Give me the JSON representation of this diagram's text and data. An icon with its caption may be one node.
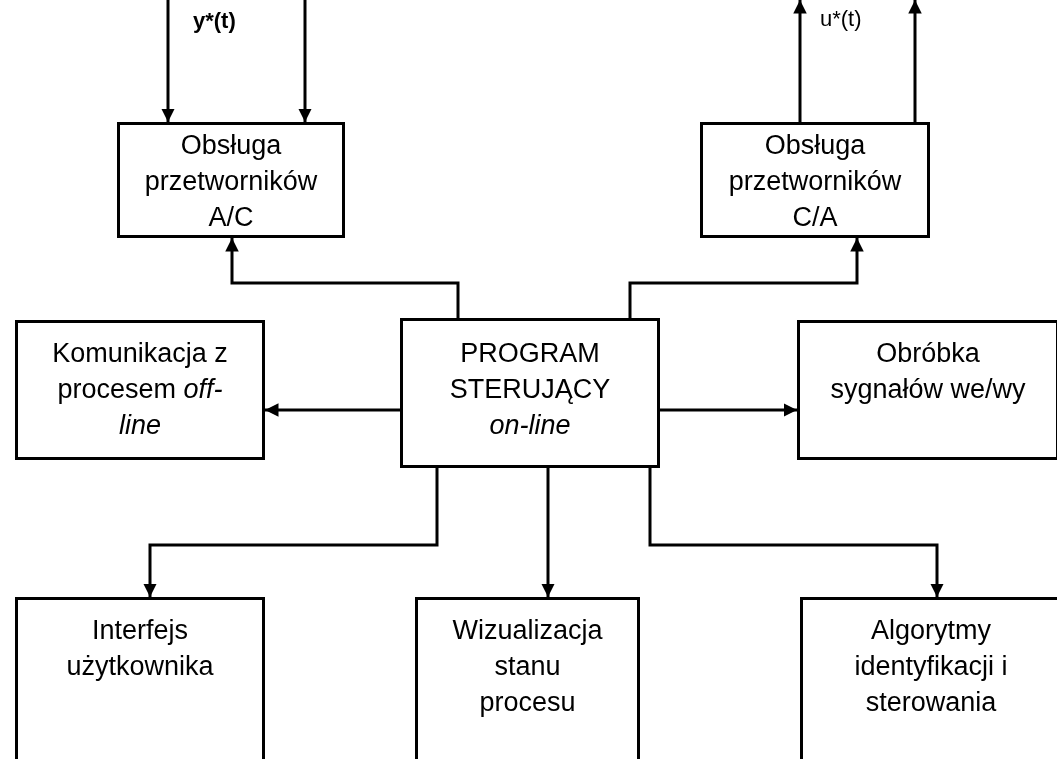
{
  "diagram": {
    "nodes": [
      {
        "text": [
          "PROGRAM STERUJĄCY *on-line*"
        ]
      },
      {
        "text": [
          "Obsługa przetworników A/C"
        ]
      },
      {
        "text": [
          "Obsługa przetworników C/A"
        ]
      },
      {
        "text": [
          "Komunikacja z procesem *off-line*"
        ]
      },
      {
        "text": [
          "Obróbka sygnałów we/wy"
        ]
      },
      {
        "text": [
          "Interfejs użytkownika"
        ]
      },
      {
        "text": [
          "Wizualizacja stanu procesu"
        ]
      },
      {
        "text": [
          "Algorytmy identyfikacji i sterowania"
        ]
      }
    ],
    "edges": [
      {
        "from": null,
        "to": 1,
        "arrow": "to"
      },
      {
        "from": null,
        "to": 1,
        "arrow": "to"
      },
      {
        "from": 2,
        "to": null,
        "arrow": "to"
      },
      {
        "from": 2,
        "to": null,
        "arrow": "to"
      },
      {
        "from": 0,
        "to": 1,
        "arrow": "to"
      },
      {
        "from": 0,
        "to": 2,
        "arrow": "to"
      },
      {
        "from": 0,
        "to": 3,
        "arrow": "to"
      },
      {
        "from": 0,
        "to": 4,
        "arrow": "to"
      },
      {
        "from": 0,
        "to": 5,
        "arrow": "to"
      },
      {
        "from": 0,
        "to": 6,
        "arrow": "to"
      },
      {
        "from": 0,
        "to": 7,
        "arrow": "to"
      }
    ],
    "labels": [
      "y*(t)",
      "u*(t)"
    ]
  }
}
